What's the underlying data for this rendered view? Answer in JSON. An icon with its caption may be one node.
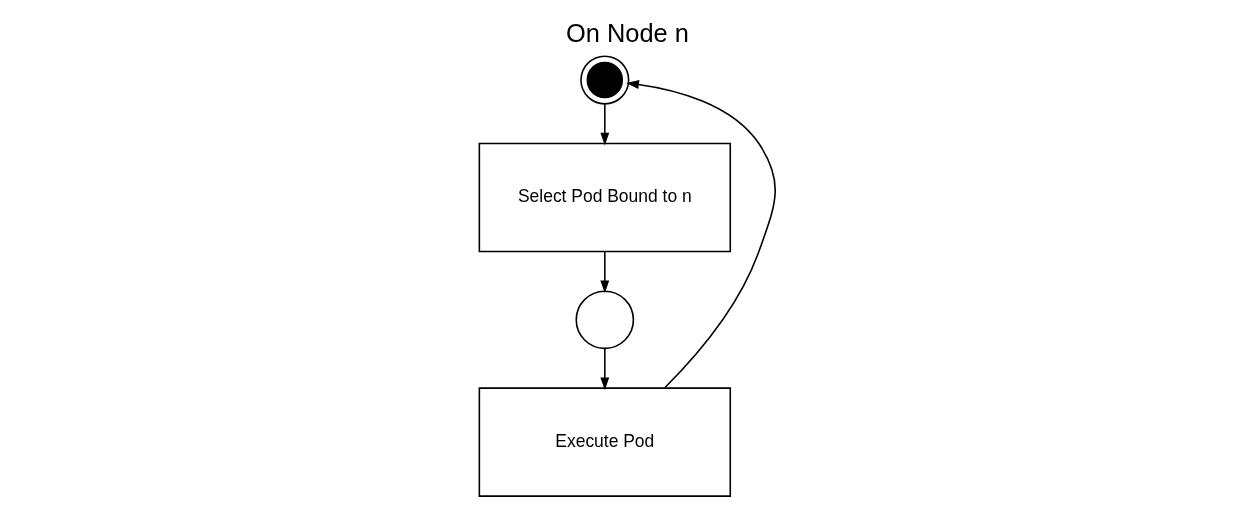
{
  "diagram": {
    "title": "On Node n",
    "nodes": [
      {
        "text": [],
        "shape": "circle"
      },
      {
        "text": [
          "Select Pod Bound to n"
        ]
      },
      {
        "text": [],
        "shape": "circle"
      },
      {
        "text": [
          "Execute Pod"
        ]
      }
    ],
    "edges": [
      {
        "from": 0,
        "to": 1,
        "arrow": "to"
      },
      {
        "from": 1,
        "to": 2,
        "arrow": "to"
      },
      {
        "from": 2,
        "to": 3,
        "arrow": "to"
      },
      {
        "from": 3,
        "to": 0,
        "arrow": "to"
      }
    ]
  }
}
